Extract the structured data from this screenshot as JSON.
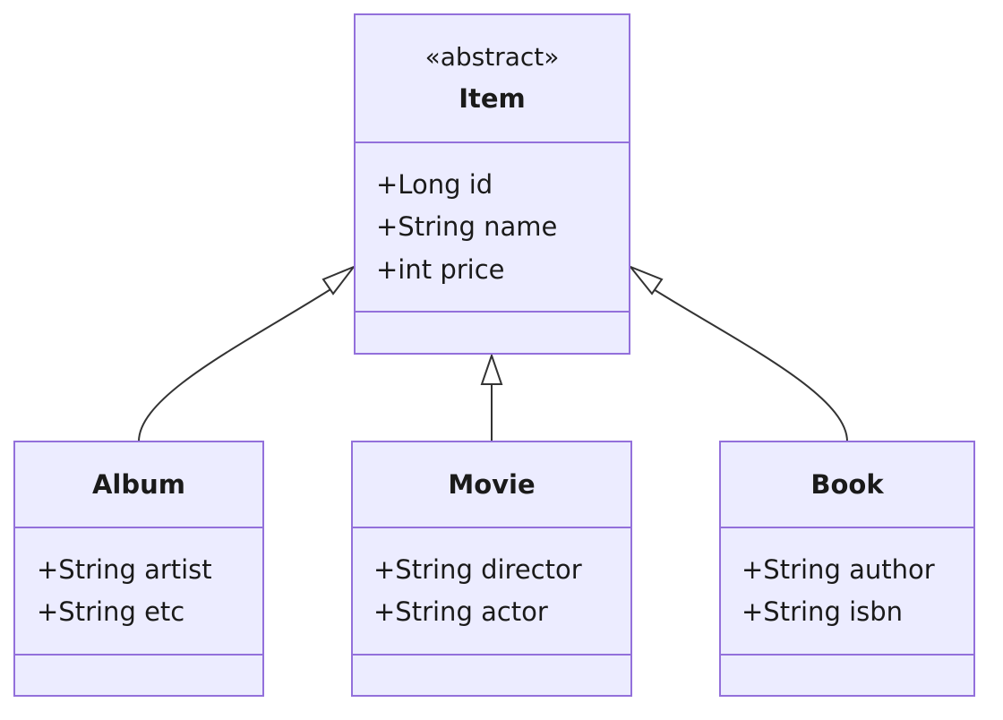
{
  "diagram": {
    "classes": {
      "item": {
        "stereotype": "«abstract»",
        "name": "Item",
        "attributes": [
          "+Long id",
          "+String name",
          "+int price"
        ]
      },
      "album": {
        "name": "Album",
        "attributes": [
          "+String artist",
          "+String etc"
        ]
      },
      "movie": {
        "name": "Movie",
        "attributes": [
          "+String director",
          "+String actor"
        ]
      },
      "book": {
        "name": "Book",
        "attributes": [
          "+String author",
          "+String isbn"
        ]
      }
    },
    "relations": [
      {
        "from": "Album",
        "to": "Item",
        "type": "inheritance"
      },
      {
        "from": "Movie",
        "to": "Item",
        "type": "inheritance"
      },
      {
        "from": "Book",
        "to": "Item",
        "type": "inheritance"
      }
    ],
    "colors": {
      "fill": "#ececff",
      "stroke": "#9370db",
      "line": "#333333"
    }
  }
}
